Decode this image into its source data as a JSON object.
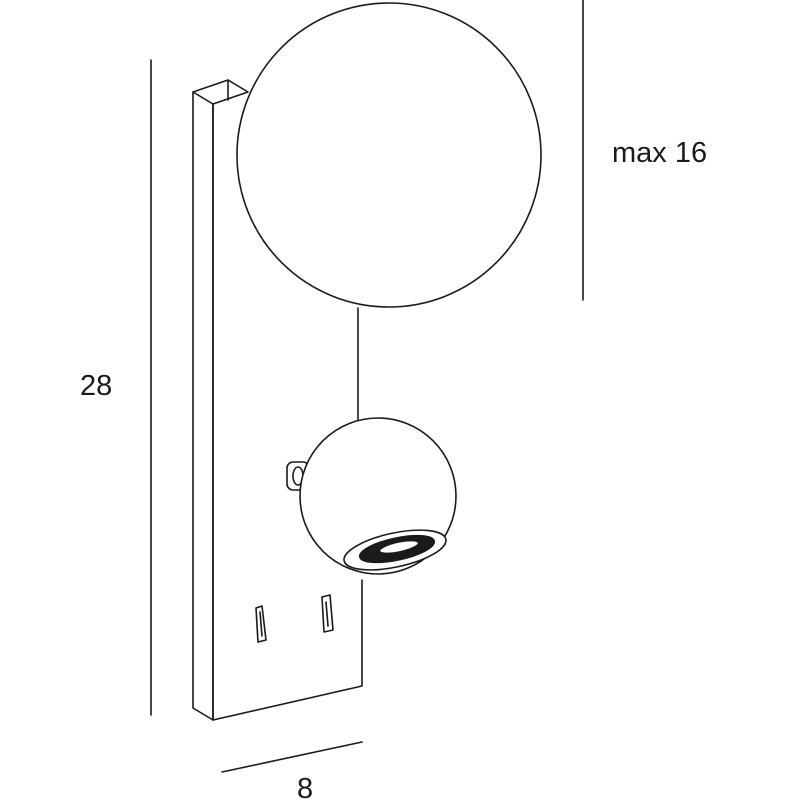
{
  "dimensions": {
    "height": "28",
    "depth": "8",
    "max_height": "max 16"
  },
  "style": {
    "line_color": "#1a1a1a",
    "dimension_line_color": "#1a1a1a",
    "background": "#ffffff"
  }
}
